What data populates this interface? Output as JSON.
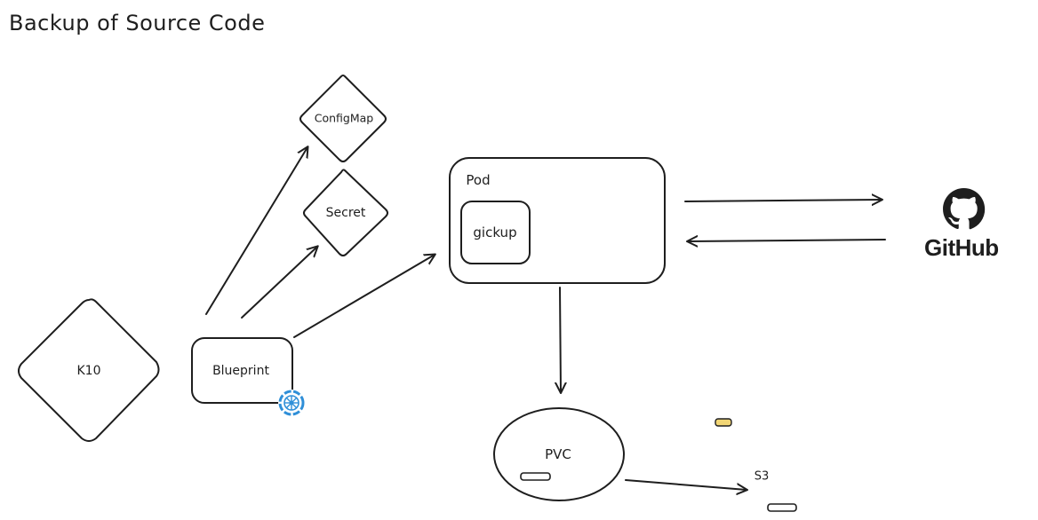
{
  "title": "Backup of Source Code",
  "nodes": {
    "k10": "K10",
    "blueprint": "Blueprint",
    "configmap": "ConfigMap",
    "secret": "Secret",
    "pod": "Pod",
    "gickup": "gickup",
    "pvc": "PVC",
    "s3": "S3",
    "github": "GitHub"
  },
  "icons": {
    "blueprint_badge": "helm-wheel-icon",
    "github_logo": "github-octocat-icon"
  },
  "colors": {
    "stroke": "#1e1e1e",
    "badge": "#2f8fd8",
    "yellow_chip": "#f2d675"
  }
}
